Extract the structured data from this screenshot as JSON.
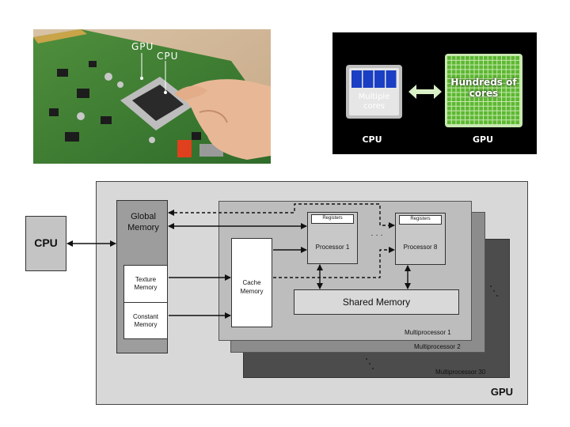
{
  "photo": {
    "label_gpu": "GPU",
    "label_cpu": "CPU"
  },
  "comparison": {
    "cpu_core_text": "Multiple cores",
    "gpu_core_text": "Hundreds of cores",
    "cpu_label": "CPU",
    "gpu_label": "GPU",
    "cpu_color": "#1a3fc4",
    "gpu_color": "#5db832"
  },
  "diagram": {
    "cpu": "CPU",
    "global_memory": "Global Memory",
    "texture_memory": "Texture Memory",
    "constant_memory": "Constant Memory",
    "cache_memory": "Cache Memory",
    "registers_1": "Registers",
    "registers_8": "Registers",
    "processor_1": "Processor 1",
    "processor_8": "Processor 8",
    "ellipsis": "· · ·",
    "shared_memory": "Shared Memory",
    "multiprocessor_1": "Multiprocessor 1",
    "multiprocessor_2": "Multiprocessor 2",
    "multiprocessor_30": "Multiprocessor 30",
    "gpu": "GPU"
  }
}
